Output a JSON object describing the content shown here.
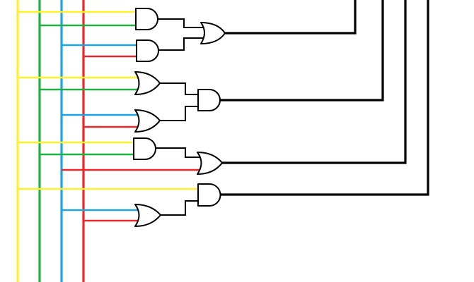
{
  "diagram": {
    "kind": "logic-gate-circuit",
    "colors": {
      "yellow": "#fff02a",
      "green": "#20b040",
      "blue": "#1aa4e6",
      "red": "#e62828",
      "wire": "#000000",
      "background": "#ffffff"
    },
    "input_buses": [
      "yellow",
      "green",
      "blue",
      "red"
    ],
    "blocks": [
      {
        "first_gate": "AND",
        "first_inputs": [
          "yellow",
          "green"
        ],
        "second_gate": "AND",
        "second_inputs": [
          "blue",
          "red"
        ],
        "combine_gate": "OR"
      },
      {
        "first_gate": "OR",
        "first_inputs": [
          "yellow",
          "green"
        ],
        "second_gate": "OR",
        "second_inputs": [
          "blue",
          "red"
        ],
        "combine_gate": "AND"
      },
      {
        "first_gate": "AND",
        "first_inputs": [
          "yellow",
          "green"
        ],
        "combine_gate": "OR",
        "combine_extra_input": "red"
      },
      {
        "first_gate": "OR",
        "first_inputs": [
          "blue",
          "red"
        ],
        "combine_gate": "AND",
        "combine_extra_input": "yellow"
      }
    ],
    "outputs": 4
  }
}
